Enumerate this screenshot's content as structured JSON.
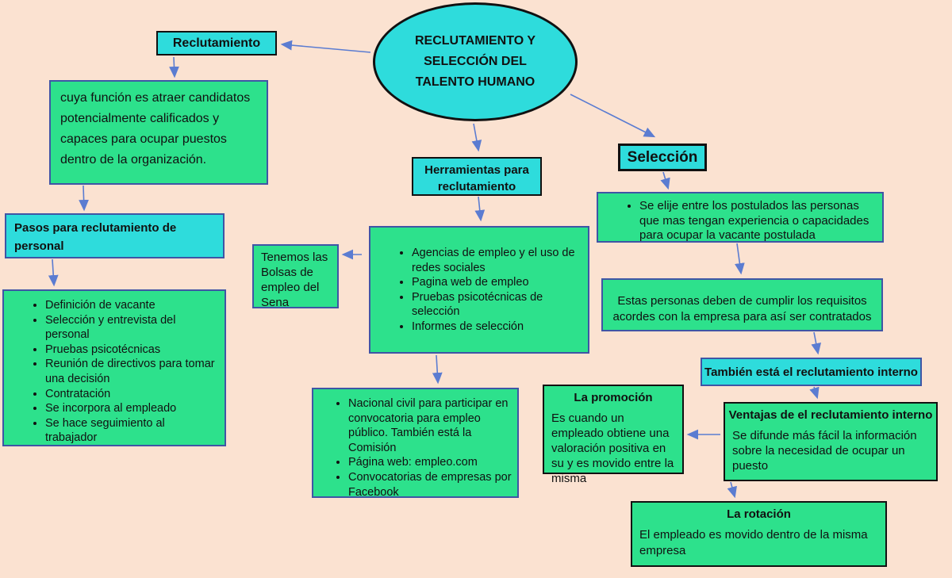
{
  "colors": {
    "background": "#fbe2d1",
    "cyan_fill": "#2edcdc",
    "green_fill": "#2de18c",
    "arrow_blue": "#5b7cd1",
    "border_blue": "#3f55a5",
    "border_black": "#111111"
  },
  "ellipse": {
    "lines": [
      "RECLUTAMIENTO Y",
      "SELECCIÓN DEL",
      "TALENTO HUMANO"
    ]
  },
  "nodes": {
    "reclutamiento": "Reclutamiento",
    "funcion": "cuya función es atraer candidatos potencialmente calificados y capaces para ocupar puestos dentro de la organización.",
    "pasos": "Pasos para reclutamiento de personal",
    "pasos_items": [
      "Definición de vacante",
      "Selección y entrevista del personal",
      "Pruebas psicotécnicas",
      "Reunión de directivos para tomar una decisión",
      "Contratación",
      "Se incorpora al empleado",
      "Se hace seguimiento al trabajador"
    ],
    "herramientas": "Herramientas para reclutamiento",
    "herramientas_items": [
      "Agencias de empleo y el uso de redes sociales",
      "Pagina web de empleo",
      "Pruebas psicotécnicas de selección",
      "Informes de selección"
    ],
    "bolsas": "Tenemos las Bolsas de empleo del Sena",
    "convocatorias_items": [
      "Nacional civil para participar en convocatoria para empleo público. También está la Comisión",
      "Página web: empleo.com",
      "Convocatorias de empresas por Facebook"
    ],
    "seleccion": "Selección",
    "se_elije_items": [
      "Se elije entre los postulados las personas que mas tengan experiencia o capacidades para ocupar la vacante postulada"
    ],
    "requisitos": "Estas personas deben de cumplir los requisitos acordes con la empresa para así ser contratados",
    "interno": "También está el reclutamiento interno",
    "ventajas_title": "Ventajas de el reclutamiento interno",
    "ventajas_text": "Se difunde más fácil la información sobre la necesidad de ocupar un puesto",
    "promocion_title": "La promoción",
    "promocion_text": "Es cuando un empleado obtiene una valoración positiva en su y es movido entre la misma",
    "rotacion_title": "La rotación",
    "rotacion_text": "El empleado es movido dentro de la misma empresa"
  }
}
